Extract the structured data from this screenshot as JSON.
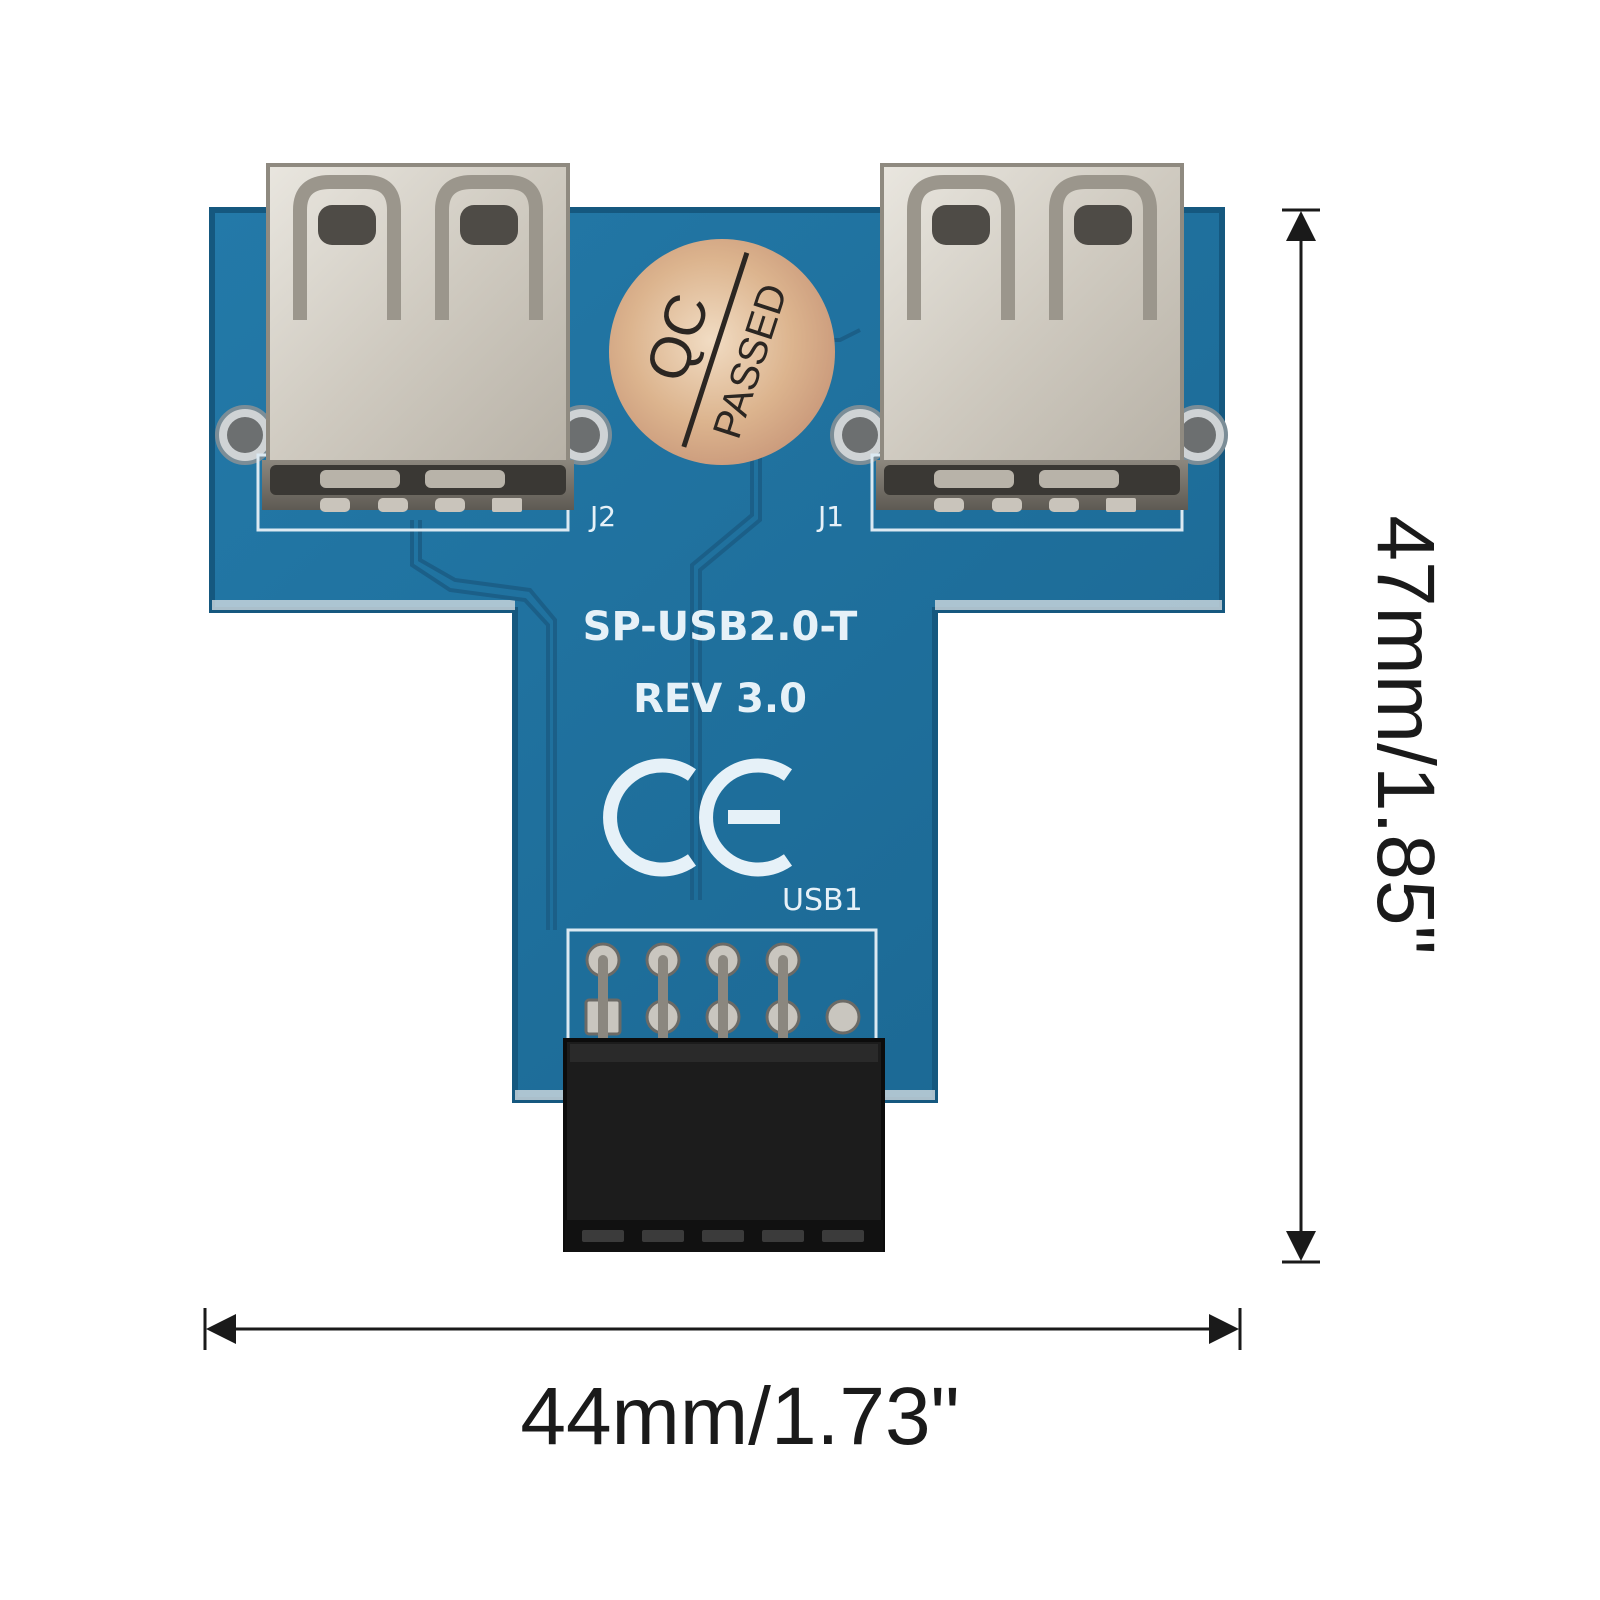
{
  "board": {
    "model": "SP-USB2.0-T",
    "revision": "REV 3.0",
    "port_left_label": "J2",
    "port_right_label": "J1",
    "header_label": "USB1",
    "ce_mark": "CE",
    "pcb_color": "#1f6f9c",
    "pcb_edge_color": "#15587f",
    "trace_color": "#1b5f88"
  },
  "sticker": {
    "line1": "QC",
    "line2": "PASSED",
    "color": "#d9b48f"
  },
  "dimensions": {
    "width": "44mm/1.73\"",
    "height": "47mm/1.85\""
  }
}
